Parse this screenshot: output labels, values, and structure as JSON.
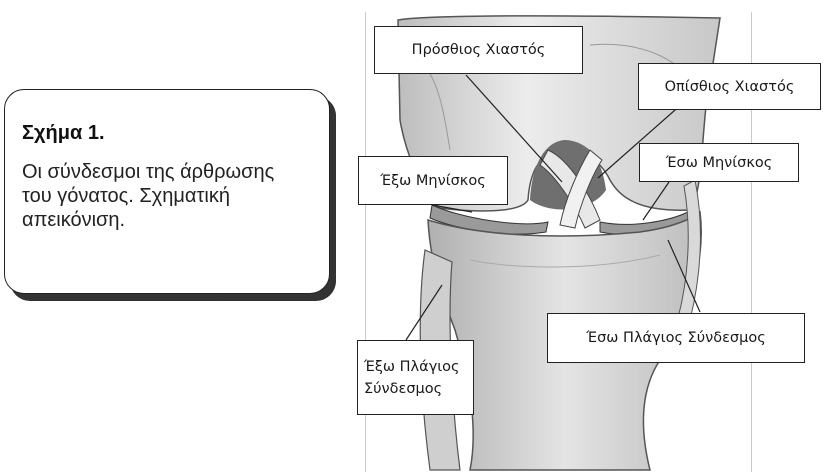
{
  "caption": {
    "title": "Σχήμα 1.",
    "body": "Οι σύνδεσμοι της άρθρωσης του γόνατος. Σχηματική απεικόνιση."
  },
  "labels": {
    "anterior_cruciate": "Πρόσθιος Χιαστός",
    "posterior_cruciate": "Οπίσθιος Χιαστός",
    "lateral_meniscus": "Έξω Μηνίσκος",
    "medial_meniscus": "Έσω Μηνίσκος",
    "medial_collateral": "Έσω Πλάγιος Σύνδεσμος",
    "lateral_collateral": "Έξω Πλάγιος Σύνδεσμος"
  }
}
